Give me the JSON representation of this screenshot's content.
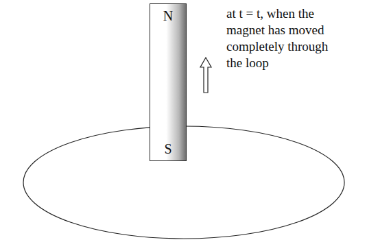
{
  "diagram": {
    "nodes": [
      {
        "text": [
          "N",
          "S"
        ]
      }
    ],
    "labels": [
      "at t = t, when the magnet has moved completely through the loop"
    ]
  }
}
